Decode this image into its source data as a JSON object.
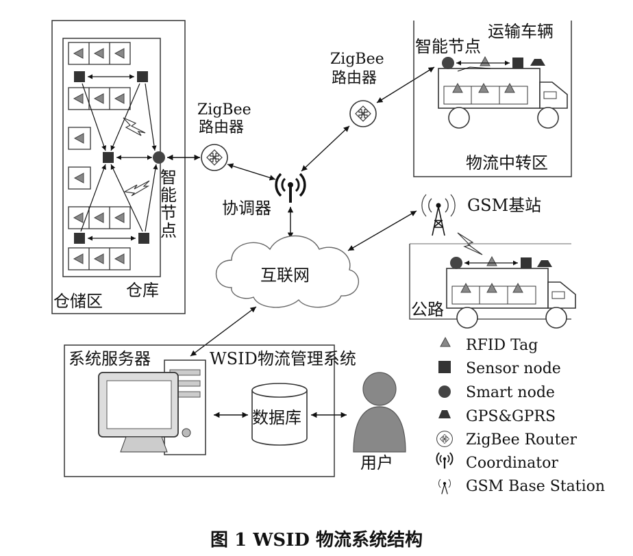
{
  "warehouse_area": {
    "title": "仓储区",
    "warehouse": "仓库",
    "smart_node": "智能节点"
  },
  "router_left": {
    "line1": "ZigBee",
    "line2": "路由器"
  },
  "router_top": {
    "line1": "ZigBee",
    "line2": "路由器"
  },
  "coordinator": "协调器",
  "vehicle_area": {
    "title": "运输车辆",
    "smart_node": "智能节点",
    "zone": "物流中转区"
  },
  "gsm": "GSM基站",
  "road": "公路",
  "internet": "互联网",
  "server_area": {
    "title": "系统服务器",
    "system": "WSID物流管理系统",
    "database": "数据库"
  },
  "user": "用户",
  "legend": [
    {
      "icon": "triangle-icon",
      "label": "RFID  Tag"
    },
    {
      "icon": "square-icon",
      "label": "Sensor node"
    },
    {
      "icon": "circle-icon",
      "label": "Smart node"
    },
    {
      "icon": "trapezoid-icon",
      "label": "GPS&GPRS"
    },
    {
      "icon": "zigbee-router-icon",
      "label": "ZigBee Router"
    },
    {
      "icon": "coordinator-icon",
      "label": "Coordinator"
    },
    {
      "icon": "gsm-tower-icon",
      "label": "GSM Base Station"
    }
  ],
  "caption": "图 1    WSID 物流系统结构"
}
